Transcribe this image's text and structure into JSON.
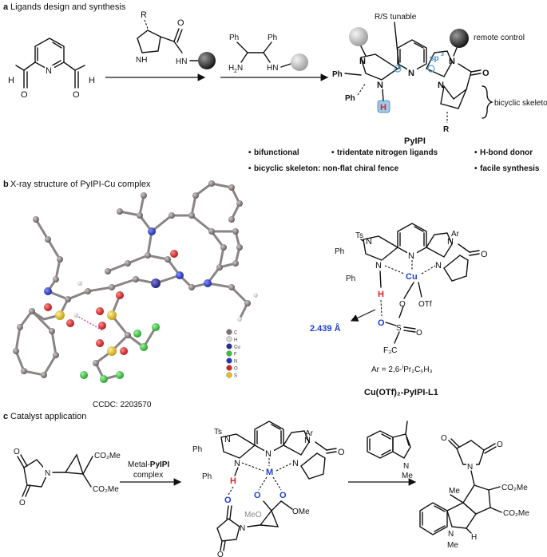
{
  "panel_a": {
    "letter": "a",
    "heading": "Ligands design and synthesis",
    "rs_label": "R/S tunable",
    "remote_label": "remote control",
    "sp3_label": "sp",
    "sp3_sup": "3",
    "skeleton_label": "bicyclic skeleton",
    "name": "PyIPI",
    "features": [
      "bifunctional",
      "tridentate nitrogen ligands",
      "H-bond donor",
      "bicyclic skeleton: non-flat chiral fence",
      "facile synthesis"
    ],
    "atoms": {
      "H": "H",
      "O": "O",
      "N": "N",
      "NH": "NH",
      "HN": "HN",
      "H2N": "H",
      "H2N_sub": "2",
      "H2N_n": "N",
      "Ph": "Ph",
      "R": "R"
    }
  },
  "panel_b": {
    "letter": "b",
    "heading": "X-ray structure of PyIPI-Cu complex",
    "ccdc": "CCDC: 2203570",
    "legend": [
      "C",
      "H",
      "Cu",
      "F",
      "N",
      "O",
      "S"
    ],
    "legend_colors": [
      "#7a7474",
      "#d8d8d8",
      "#2b2b9a",
      "#33c43a",
      "#2233cc",
      "#dd1f1f",
      "#e6c21e"
    ],
    "distance": "2.439 Å",
    "ar_def_prefix": "Ar = 2,6-",
    "ar_def_sup": "i",
    "ar_def_suffix": "Pr₂C₆H₃",
    "complex_name": "Cu(OTf)₂-PyIPI-L1",
    "atoms": {
      "Ts": "Ts",
      "Ar": "Ar",
      "Cu": "Cu",
      "OTf": "OTf",
      "O": "O",
      "S": "S",
      "F3C": "F₃C",
      "Ph": "Ph",
      "N": "N",
      "H": "H"
    }
  },
  "panel_c": {
    "letter": "c",
    "heading": "Catalyst application",
    "reagent_line1": "Metal-",
    "reagent_bold": "PyIPI",
    "reagent_line2": "complex",
    "atoms": {
      "CO2Me": "CO₂Me",
      "N": "N",
      "O": "O",
      "Ts": "Ts",
      "Ar": "Ar",
      "M": "M",
      "H": "H",
      "Ph": "Ph",
      "MeO": "MeO",
      "OMe": "OMe",
      "Me": "Me",
      "NMe": "N",
      "Me2": "Me"
    }
  }
}
